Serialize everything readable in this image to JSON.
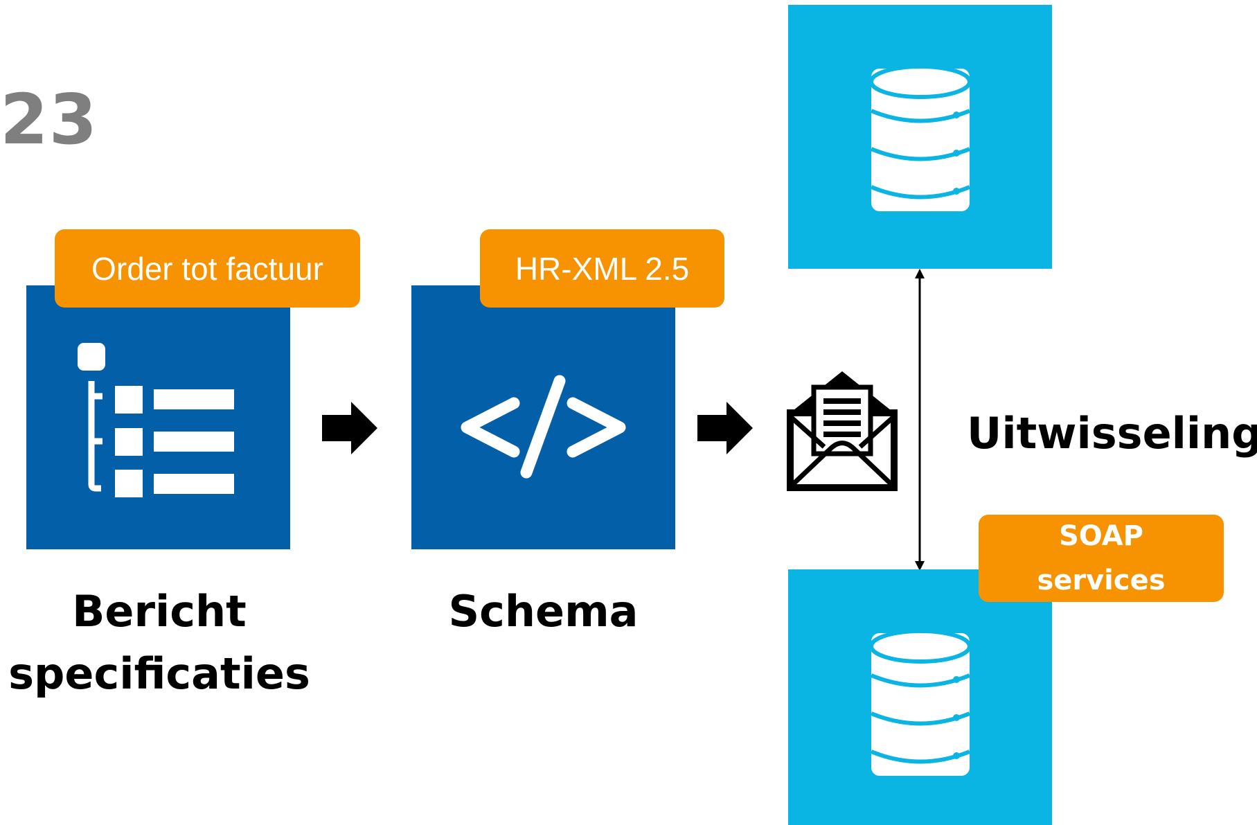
{
  "page_number": "23",
  "steps": [
    {
      "tag": "Order tot factuur",
      "caption_line1": "Bericht",
      "caption_line2": "specificaties"
    },
    {
      "tag": "HR-XML 2.5",
      "caption": "Schema"
    }
  ],
  "exchange": {
    "label": "Uitwisseling",
    "tag_line1": "SOAP",
    "tag_line2": "services"
  },
  "colors": {
    "dark_blue": "#0360a8",
    "light_blue": "#0ab5e3",
    "orange": "#f79200",
    "grey": "#7f7f7f"
  },
  "icons": [
    "list-hierarchy-icon",
    "code-icon",
    "envelope-icon",
    "database-icon",
    "arrow-right-icon"
  ]
}
